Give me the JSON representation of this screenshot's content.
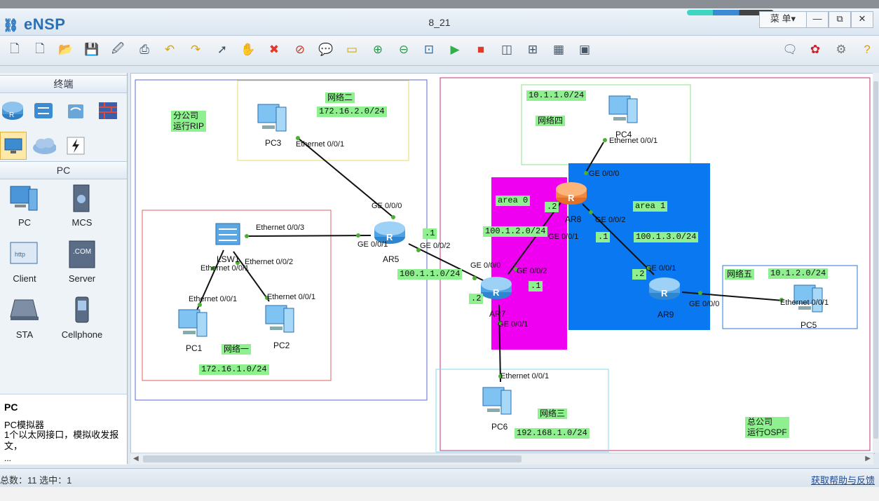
{
  "app": {
    "logo": "eNSP",
    "title": "8_21",
    "menu": "菜 单▾"
  },
  "window_buttons": {
    "minimize": "—",
    "maximize": "⧉",
    "close": "✕"
  },
  "toolbar_icons": [
    "new-topology",
    "new-topology-alt",
    "open",
    "save",
    "save-as",
    "print",
    "undo",
    "redo",
    "select",
    "pan",
    "delete",
    "delete-link",
    "text",
    "rectangle",
    "zoom-in",
    "zoom-out",
    "fit",
    "start",
    "stop",
    "capture",
    "topology",
    "grid",
    "console",
    "message",
    "huawei",
    "settings",
    "help"
  ],
  "left_panel": {
    "terminal_header": "终端",
    "pc_header": "PC",
    "devices": [
      {
        "name": "PC"
      },
      {
        "name": "MCS"
      },
      {
        "name": "Client"
      },
      {
        "name": "Server"
      },
      {
        "name": "STA"
      },
      {
        "name": "Cellphone"
      }
    ],
    "desc_title": "PC",
    "desc_line1": "PC模拟器",
    "desc_line2": "1个以太网接口，模拟收发报文，",
    "desc_more": "..."
  },
  "status": {
    "left": "总数：11 选中：1",
    "right": "获取帮助与反馈"
  },
  "topology": {
    "branch_label": "分公司\n运行RIP",
    "hq_label": "总公司\n运行OSPF",
    "net1_name": "网络一",
    "net1_addr": "172.16.1.0/24",
    "net2_name": "网络二",
    "net2_addr": "172.16.2.0/24",
    "net3_name": "网络三",
    "net3_addr": "192.168.1.0/24",
    "net4_name": "网络四",
    "net4_addr": "10.1.1.0/24",
    "net5_name": "网络五",
    "net5_addr": "10.1.2.0/24",
    "area0": "area 0",
    "area1": "area 1",
    "link_ar5_ar7": "100.1.1.0/24",
    "link_ar7_ar8": "100.1.2.0/24",
    "link_ar8_ar9": "100.1.3.0/24",
    "devices": {
      "pc1": "PC1",
      "pc2": "PC2",
      "pc3": "PC3",
      "pc4": "PC4",
      "pc5": "PC5",
      "pc6": "PC6",
      "lsw1": "LSW1",
      "ar5": "AR5",
      "ar7": "AR7",
      "ar8": "AR8",
      "ar9": "AR9"
    },
    "ports": {
      "pc3_eth": "Ethernet 0/0/1",
      "ar5_ge000": "GE 0/0/0",
      "ar5_ge001": "GE 0/0/1",
      "ar5_ge002": "GE 0/0/2",
      "lsw_e003": "Ethernet 0/0/3",
      "lsw_e001": "Ethernet 0/0/1",
      "lsw_e002": "Ethernet 0/0/2",
      "pc1_eth": "Ethernet 0/0/1",
      "pc2_eth": "Ethernet 0/0/1",
      "ar7_ge000": "GE 0/0/0",
      "ar7_ge002": "GE 0/0/2",
      "ar7_ge001": "GE 0/0/1",
      "ar8_ge000": "GE 0/0/0",
      "ar8_ge001": "GE 0/0/1",
      "ar8_ge002": "GE 0/0/2",
      "ar9_ge001": "GE 0/0/1",
      "ar9_ge000": "GE 0/0/0",
      "pc4_eth": "Ethernet 0/0/1",
      "pc5_eth": "Ethernet 0/0/1",
      "pc6_eth": "Ethernet 0/0/1"
    },
    "host_ids": {
      "ar5_dot1": ".1",
      "ar7_dot2": ".2",
      "ar7_dot1": ".1",
      "ar8_dot2": ".2",
      "ar8_dot1": ".1",
      "ar9_dot2": ".2"
    }
  }
}
